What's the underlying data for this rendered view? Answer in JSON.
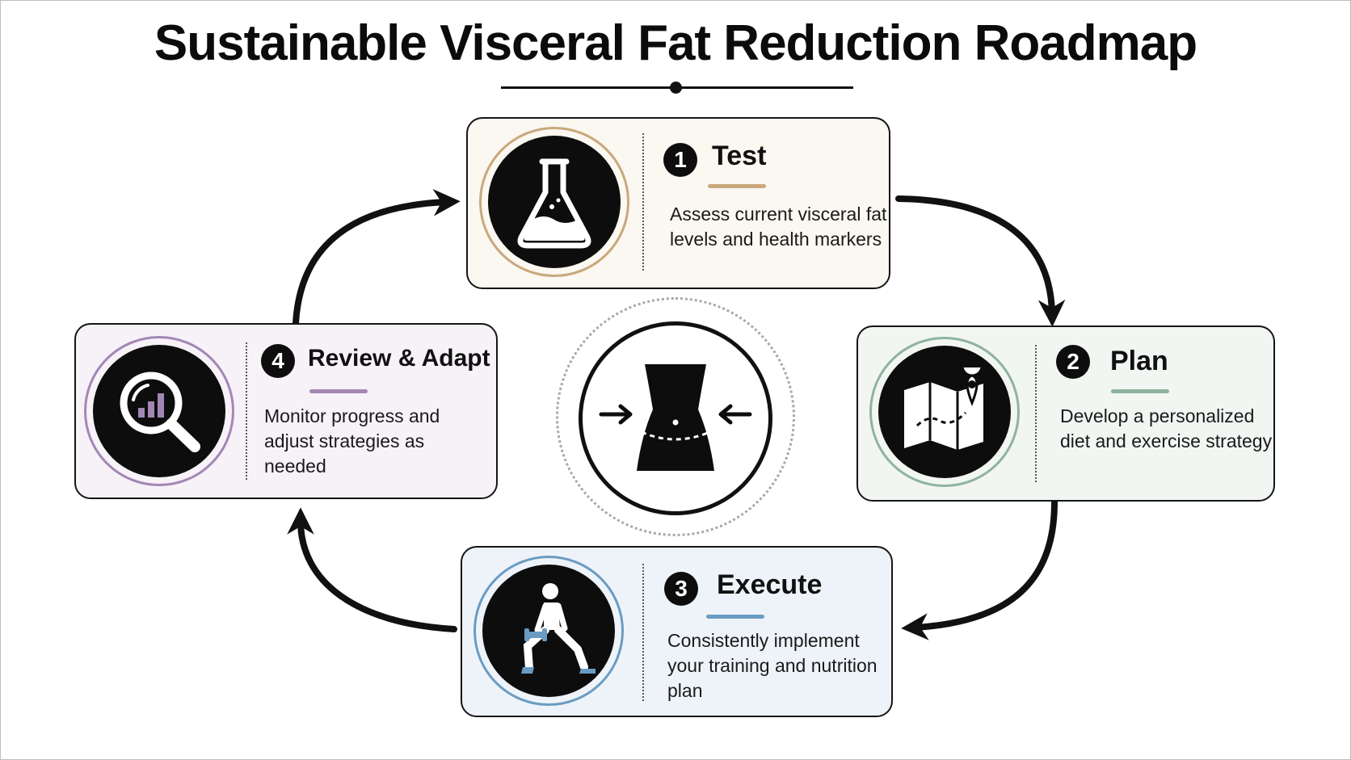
{
  "title": "Sustainable Visceral Fat Reduction Roadmap",
  "center_icon": "waist-reduction-icon",
  "steps": [
    {
      "number": "1",
      "title": "Test",
      "description": "Assess current visceral fat levels and health markers",
      "icon": "flask-icon",
      "accent_color": "#c9a87c",
      "card_bg": "#fbf7f1"
    },
    {
      "number": "2",
      "title": "Plan",
      "description": "Develop a personalized diet and exercise strategy",
      "icon": "map-pin-icon",
      "accent_color": "#8fb3a0",
      "card_bg": "#f2f6f2"
    },
    {
      "number": "3",
      "title": "Execute",
      "description": "Consistently implement your training and nutrition plan",
      "icon": "lunge-dumbbell-icon",
      "accent_color": "#6a9cc3",
      "card_bg": "#eef3f9"
    },
    {
      "number": "4",
      "title": "Review & Adapt",
      "description": "Monitor progress and adjust strategies as needed",
      "icon": "magnifier-chart-icon",
      "accent_color": "#a287b5",
      "card_bg": "#f7f2f8"
    }
  ]
}
